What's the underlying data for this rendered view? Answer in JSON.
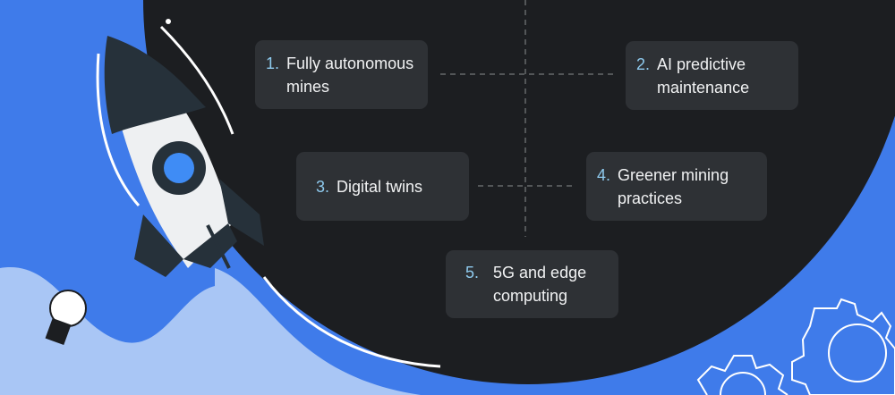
{
  "items": [
    {
      "number": "1.",
      "text": "Fully autonomous\nmines"
    },
    {
      "number": "2.",
      "text": "AI predictive\nmaintenance"
    },
    {
      "number": "3.",
      "text": "Digital twins"
    },
    {
      "number": "4.",
      "text": "Greener mining\npractices"
    },
    {
      "number": "5.",
      "text": "5G and edge\ncomputing"
    }
  ],
  "colors": {
    "background": "#3f7bea",
    "dark": "#1c1e21",
    "card": "#2e3135",
    "number": "#8fcbef"
  }
}
